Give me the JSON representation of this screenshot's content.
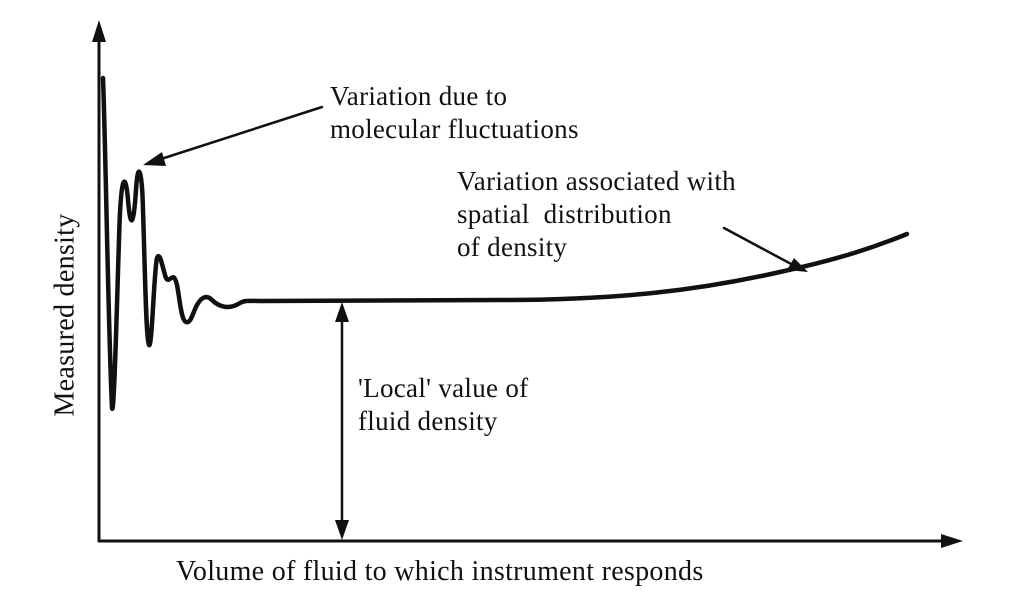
{
  "axes": {
    "x_label": "Volume of fluid to which instrument responds",
    "y_label": "Measured density"
  },
  "annotations": {
    "molecular": [
      "Variation due to",
      "molecular fluctuations"
    ],
    "spatial": [
      "Variation associated with",
      "spatial  distribution",
      "of density"
    ],
    "local": [
      "'Local' value of",
      "fluid density"
    ]
  },
  "colors": {
    "ink": "#111111",
    "background": "#ffffff"
  }
}
